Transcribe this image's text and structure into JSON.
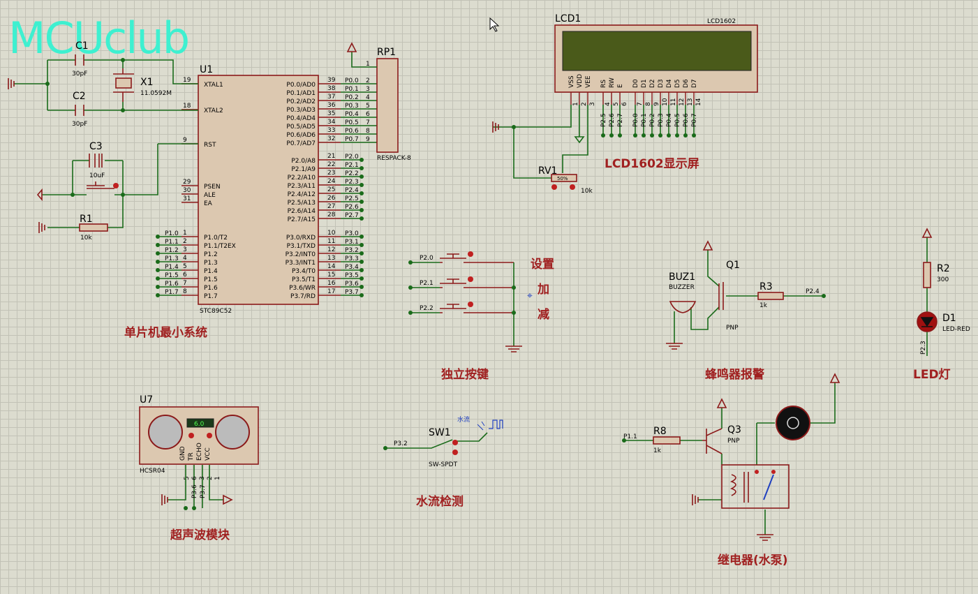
{
  "logo": "MCUclub",
  "mcu": {
    "ref": "U1",
    "model": "STC89C52",
    "title": "单片机最小系统",
    "left_pins": [
      {
        "num": "19",
        "name": "XTAL1"
      },
      {
        "num": "18",
        "name": "XTAL2"
      },
      {
        "num": "9",
        "name": "RST"
      },
      {
        "num": "29",
        "name": "PSEN"
      },
      {
        "num": "30",
        "name": "ALE"
      },
      {
        "num": "31",
        "name": "EA"
      },
      {
        "num": "1",
        "name": "P1.0/T2",
        "net": "P1.0"
      },
      {
        "num": "2",
        "name": "P1.1/T2EX",
        "net": "P1.1"
      },
      {
        "num": "3",
        "name": "P1.2",
        "net": "P1.2"
      },
      {
        "num": "4",
        "name": "P1.3",
        "net": "P1.3"
      },
      {
        "num": "5",
        "name": "P1.4",
        "net": "P1.4"
      },
      {
        "num": "6",
        "name": "P1.5",
        "net": "P1.5"
      },
      {
        "num": "7",
        "name": "P1.6",
        "net": "P1.6"
      },
      {
        "num": "8",
        "name": "P1.7",
        "net": "P1.7"
      }
    ],
    "right_pins": [
      {
        "num": "39",
        "name": "P0.0/AD0",
        "net": "P0.0"
      },
      {
        "num": "38",
        "name": "P0.1/AD1",
        "net": "P0.1"
      },
      {
        "num": "37",
        "name": "P0.2/AD2",
        "net": "P0.2"
      },
      {
        "num": "36",
        "name": "P0.3/AD3",
        "net": "P0.3"
      },
      {
        "num": "35",
        "name": "P0.4/AD4",
        "net": "P0.4"
      },
      {
        "num": "34",
        "name": "P0.5/AD5",
        "net": "P0.5"
      },
      {
        "num": "33",
        "name": "P0.6/AD6",
        "net": "P0.6"
      },
      {
        "num": "32",
        "name": "P0.7/AD7",
        "net": "P0.7"
      },
      {
        "num": "21",
        "name": "P2.0/A8",
        "net": "P2.0"
      },
      {
        "num": "22",
        "name": "P2.1/A9",
        "net": "P2.1"
      },
      {
        "num": "23",
        "name": "P2.2/A10",
        "net": "P2.2"
      },
      {
        "num": "24",
        "name": "P2.3/A11",
        "net": "P2.3"
      },
      {
        "num": "25",
        "name": "P2.4/A12",
        "net": "P2.4"
      },
      {
        "num": "26",
        "name": "P2.5/A13",
        "net": "P2.5"
      },
      {
        "num": "27",
        "name": "P2.6/A14",
        "net": "P2.6"
      },
      {
        "num": "28",
        "name": "P2.7/A15",
        "net": "P2.7"
      },
      {
        "num": "10",
        "name": "P3.0/RXD",
        "net": "P3.0"
      },
      {
        "num": "11",
        "name": "P3.1/TXD",
        "net": "P3.1"
      },
      {
        "num": "12",
        "name": "P3.2/INT0",
        "net": "P3.2"
      },
      {
        "num": "13",
        "name": "P3.3/INT1",
        "net": "P3.3"
      },
      {
        "num": "14",
        "name": "P3.4/T0",
        "net": "P3.4"
      },
      {
        "num": "15",
        "name": "P3.5/T1",
        "net": "P3.5"
      },
      {
        "num": "16",
        "name": "P3.6/WR",
        "net": "P3.6"
      },
      {
        "num": "17",
        "name": "P3.7/RD",
        "net": "P3.7"
      }
    ]
  },
  "c1": {
    "ref": "C1",
    "value": "30pF"
  },
  "c2": {
    "ref": "C2",
    "value": "30pF"
  },
  "x1": {
    "ref": "X1",
    "value": "11.0592M"
  },
  "c3": {
    "ref": "C3",
    "value": "10uF"
  },
  "r1": {
    "ref": "R1",
    "value": "10k"
  },
  "rp1": {
    "ref": "RP1",
    "model": "RESPACK-8",
    "pin1": "1",
    "pins": [
      "2",
      "3",
      "4",
      "5",
      "6",
      "7",
      "8",
      "9"
    ]
  },
  "lcd": {
    "ref": "LCD1",
    "model": "LCD1602",
    "title": "LCD1602显示屏",
    "pins": [
      {
        "name": "VSS",
        "num": "1"
      },
      {
        "name": "VDD",
        "num": "2"
      },
      {
        "name": "VEE",
        "num": "3"
      },
      {
        "name": "RS",
        "num": "4",
        "net": "P2.5"
      },
      {
        "name": "RW",
        "num": "5",
        "net": "P2.6"
      },
      {
        "name": "E",
        "num": "6",
        "net": "P2.7"
      },
      {
        "name": "D0",
        "num": "7",
        "net": "P0.0"
      },
      {
        "name": "D1",
        "num": "8",
        "net": "P0.1"
      },
      {
        "name": "D2",
        "num": "9",
        "net": "P0.2"
      },
      {
        "name": "D3",
        "num": "10",
        "net": "P0.3"
      },
      {
        "name": "D4",
        "num": "11",
        "net": "P0.4"
      },
      {
        "name": "D5",
        "num": "12",
        "net": "P0.5"
      },
      {
        "name": "D6",
        "num": "13",
        "net": "P0.6"
      },
      {
        "name": "D7",
        "num": "14",
        "net": "P0.7"
      }
    ]
  },
  "rv1": {
    "ref": "RV1",
    "value": "10k",
    "pct": "50%"
  },
  "keys": {
    "title": "独立按键",
    "items": [
      {
        "net": "P2.0",
        "label": "设置"
      },
      {
        "net": "P2.1",
        "label": "加"
      },
      {
        "net": "P2.2",
        "label": "减"
      }
    ]
  },
  "buzzer": {
    "ref": "BUZ1",
    "model": "BUZZER",
    "title": "蜂鸣器报警",
    "q": "Q1",
    "q_type": "PNP",
    "r": "R3",
    "r_value": "1k",
    "net": "P2.4"
  },
  "led": {
    "r": "R2",
    "r_value": "300",
    "d": "D1",
    "d_model": "LED-RED",
    "net": "P2.3",
    "title": "LED灯"
  },
  "ultra": {
    "ref": "U7",
    "model": "HCSR04",
    "title": "超声波模块",
    "display": "6.0",
    "pins": [
      {
        "name": "GND",
        "num": "5"
      },
      {
        "name": "TR",
        "num": "6",
        "net": "P3.6"
      },
      {
        "name": "ECHO",
        "num": "3",
        "net": "P3.7"
      },
      {
        "name": "VCC",
        "num": "1"
      }
    ],
    "pin_order_text": [
      "5",
      "6",
      "3",
      "2",
      "1"
    ]
  },
  "water": {
    "ref": "SW1",
    "model": "SW-SPDT",
    "net": "P3.2",
    "signal": "水流",
    "title": "水流检测"
  },
  "relay": {
    "title": "继电器(水泵)",
    "q": "Q3",
    "q_type": "PNP",
    "r": "R8",
    "r_value": "1k",
    "net": "P1.1"
  },
  "colors": {
    "wire": "#1a6b1a",
    "part": "#8b1a1a",
    "title": "#a02020",
    "logo": "#3ef0d0",
    "grid": "#c2c2b6",
    "background": "#dcdccf",
    "lcd_screen": "#4a5a1a"
  }
}
